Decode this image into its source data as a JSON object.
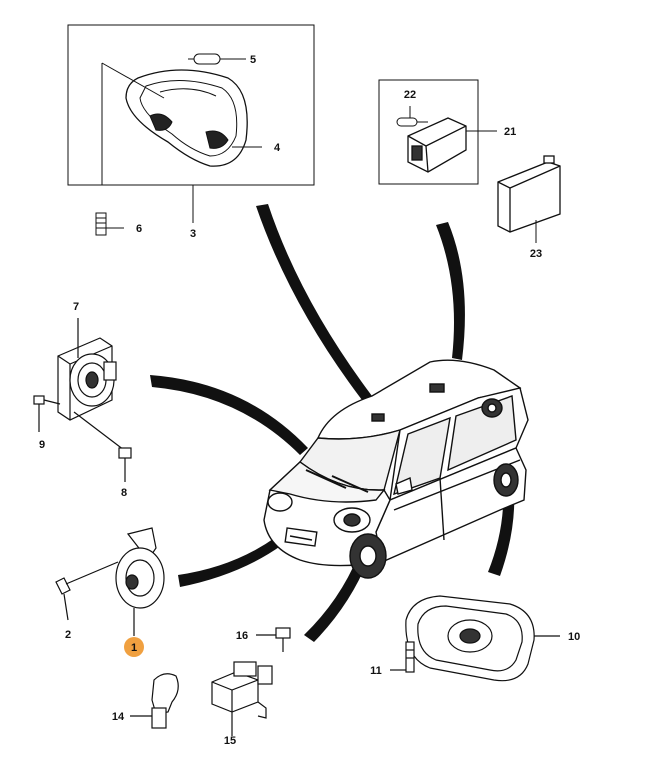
{
  "diagram": {
    "highlight_color": "#f0a040",
    "line_color": "#111111",
    "highlighted_part": "1",
    "callouts": [
      {
        "id": "c1",
        "label": "1"
      },
      {
        "id": "c2",
        "label": "2"
      },
      {
        "id": "c3",
        "label": "3"
      },
      {
        "id": "c4",
        "label": "4"
      },
      {
        "id": "c5",
        "label": "5"
      },
      {
        "id": "c6",
        "label": "6"
      },
      {
        "id": "c7",
        "label": "7"
      },
      {
        "id": "c8",
        "label": "8"
      },
      {
        "id": "c9",
        "label": "9"
      },
      {
        "id": "c10",
        "label": "10"
      },
      {
        "id": "c11",
        "label": "11"
      },
      {
        "id": "c14",
        "label": "14"
      },
      {
        "id": "c15",
        "label": "15"
      },
      {
        "id": "c16",
        "label": "16"
      },
      {
        "id": "c21",
        "label": "21"
      },
      {
        "id": "c22",
        "label": "22"
      },
      {
        "id": "c23",
        "label": "23"
      }
    ]
  }
}
